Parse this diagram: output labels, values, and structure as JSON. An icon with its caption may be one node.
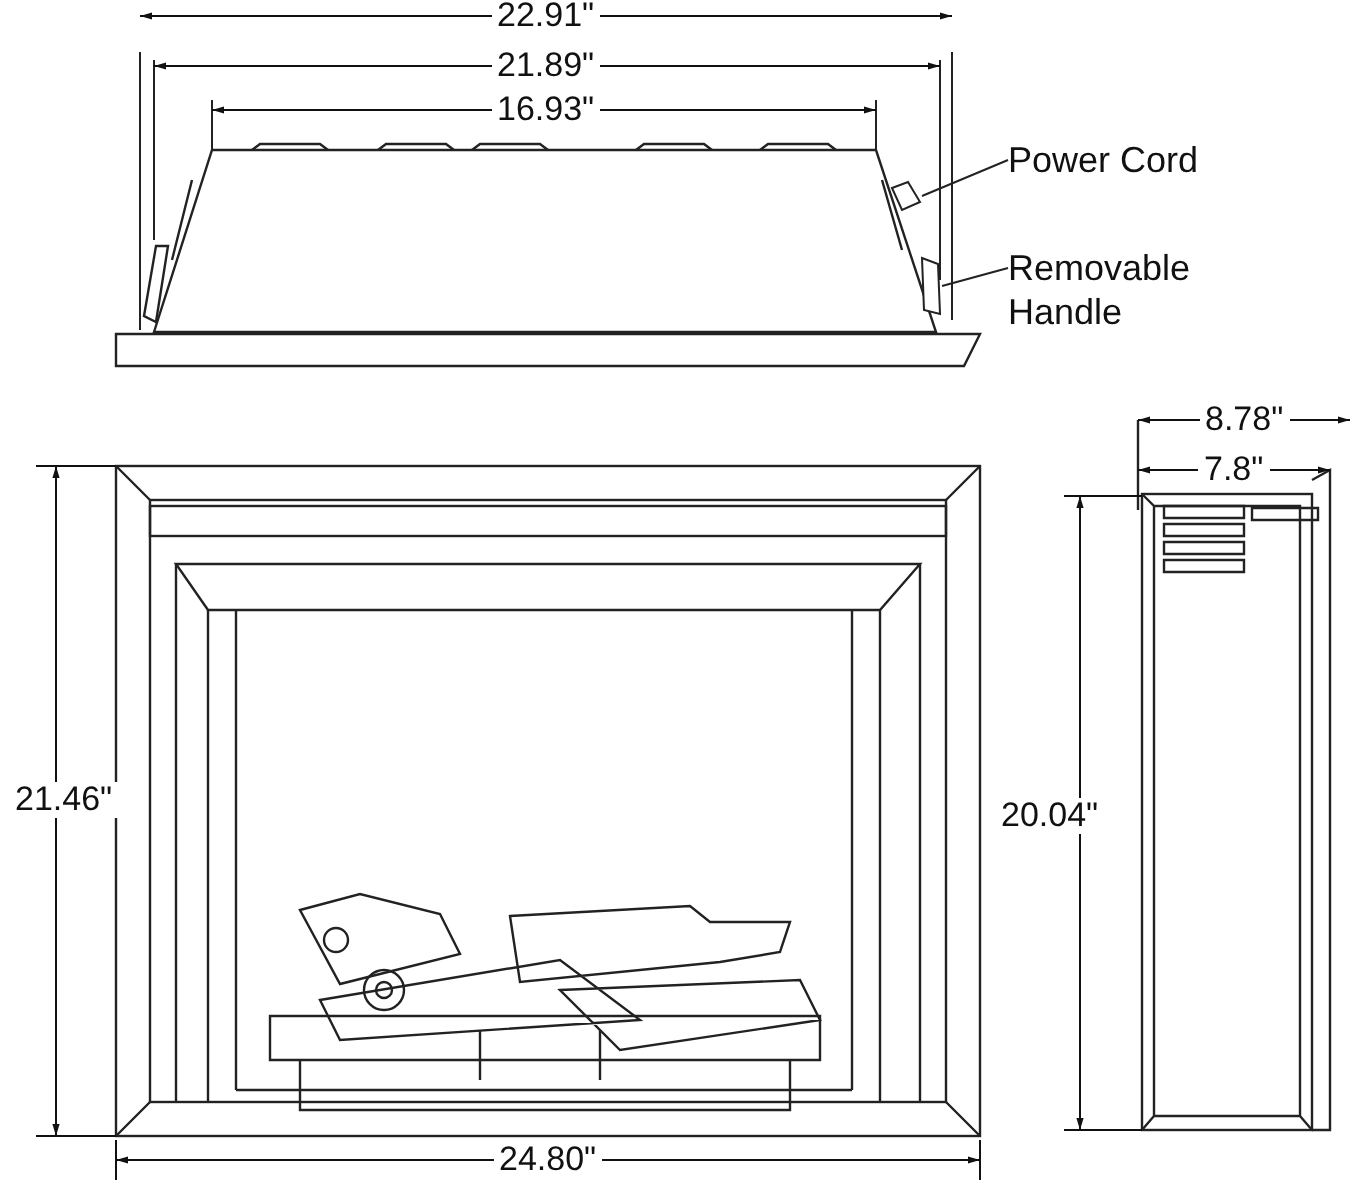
{
  "diagram": {
    "nodes": [
      {
        "text": [
          "Power Cord"
        ]
      },
      {
        "text": [],
        "shape": "box"
      },
      {
        "text": [
          "Removable Handle"
        ]
      },
      {
        "text": [],
        "shape": "box"
      }
    ],
    "edges": [
      {
        "from": 0,
        "to": 1,
        "arrow": "none"
      },
      {
        "from": 2,
        "to": 3,
        "arrow": "none"
      }
    ],
    "labels": [
      "22.91\"",
      "21.89\"",
      "16.93\"",
      "8.78\"",
      "7.8\"",
      "21.46\"",
      "20.04\"",
      "24.80\""
    ]
  }
}
